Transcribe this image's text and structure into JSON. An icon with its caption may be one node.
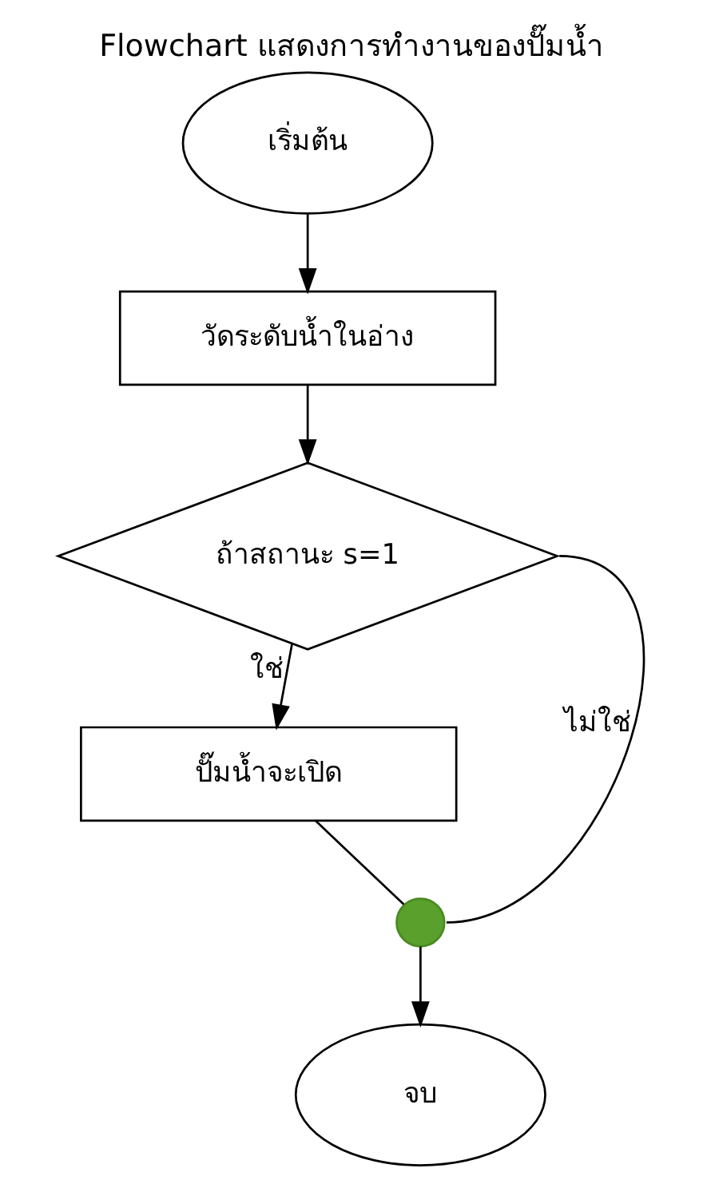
{
  "diagram": {
    "title": "Flowchart แสดงการทำงานของปั๊มน้ำ",
    "nodes": [
      {
        "text": [
          "เริ่มต้น"
        ]
      },
      {
        "text": [
          "วัดระดับน้ำในอ่าง"
        ]
      },
      {
        "text": [
          "ถ้าสถานะ s=1"
        ]
      },
      {
        "text": [
          "ปั๊มน้ำจะเปิด"
        ]
      },
      {
        "text": [],
        "shape": "circle"
      },
      {
        "text": [
          "จบ"
        ]
      }
    ],
    "edges": [
      {
        "from": 0,
        "to": 1,
        "arrow": "to"
      },
      {
        "from": 1,
        "to": 2,
        "arrow": "to"
      },
      {
        "from": 2,
        "to": 3,
        "arrow": "to",
        "label": "ใช่"
      },
      {
        "from": 3,
        "to": 4,
        "arrow": "none"
      },
      {
        "from": 2,
        "to": 4,
        "arrow": "none",
        "label": "ไม่ใช่"
      },
      {
        "from": 4,
        "to": 5,
        "arrow": "to"
      }
    ]
  }
}
